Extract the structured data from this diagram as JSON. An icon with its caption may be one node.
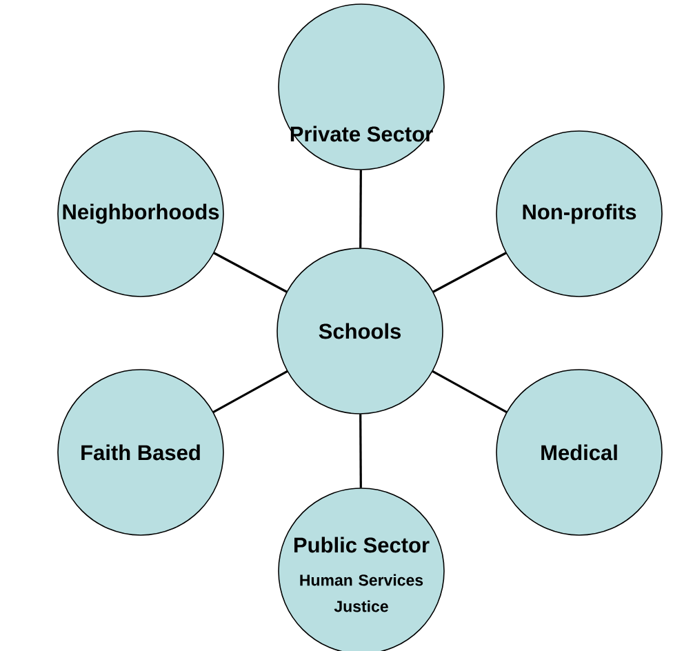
{
  "diagram": {
    "nodes": [
      {
        "text": [
          "Schools"
        ]
      },
      {
        "text": [
          "Private Sector"
        ]
      },
      {
        "text": [
          "Non-profits"
        ]
      },
      {
        "text": [
          "Medical"
        ]
      },
      {
        "text": [
          "Public Sector",
          "Human Services Justice"
        ]
      },
      {
        "text": [
          "Faith Based"
        ]
      },
      {
        "text": [
          "Neighborhoods"
        ]
      }
    ],
    "edges": [
      {
        "from": 0,
        "to": 1,
        "arrow": "none"
      },
      {
        "from": 0,
        "to": 2,
        "arrow": "none"
      },
      {
        "from": 0,
        "to": 3,
        "arrow": "none"
      },
      {
        "from": 0,
        "to": 4,
        "arrow": "none"
      },
      {
        "from": 0,
        "to": 5,
        "arrow": "none"
      },
      {
        "from": 0,
        "to": 6,
        "arrow": "none"
      }
    ]
  }
}
